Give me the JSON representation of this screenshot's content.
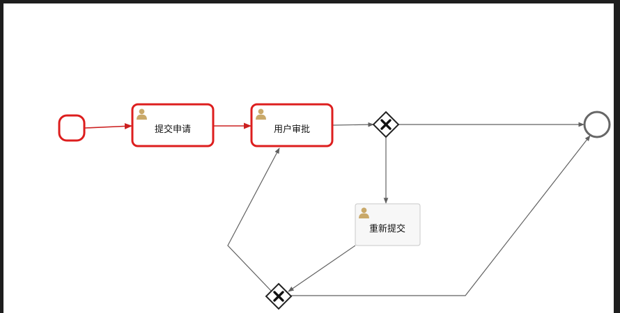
{
  "diagram": {
    "type": "bpmn-process",
    "colors": {
      "highlight": "#dd1e1e",
      "flow_highlight": "#cc2020",
      "flow_normal": "#606060",
      "task_border": "#c8c8c8",
      "task_fill": "#f7f7f7",
      "user_icon": "#c9a96a",
      "end_event": "#666666"
    },
    "nodes": {
      "start": {
        "kind": "start-event",
        "highlighted": true
      },
      "task_submit": {
        "kind": "user-task",
        "label": "提交申请",
        "highlighted": true,
        "icon": "user-icon"
      },
      "task_approve": {
        "kind": "user-task",
        "label": "用户审批",
        "highlighted": true,
        "icon": "user-icon"
      },
      "gateway_1": {
        "kind": "exclusive-gateway",
        "icon": "x-mark"
      },
      "task_resubmit": {
        "kind": "user-task",
        "label": "重新提交",
        "highlighted": false,
        "icon": "user-icon"
      },
      "gateway_2": {
        "kind": "exclusive-gateway",
        "icon": "x-mark"
      },
      "end": {
        "kind": "end-event",
        "highlighted": false
      }
    },
    "flows": [
      {
        "id": "start-to-submit",
        "from": "start",
        "to": "task_submit",
        "highlighted": true
      },
      {
        "id": "submit-to-approve",
        "from": "task_submit",
        "to": "task_approve",
        "highlighted": true
      },
      {
        "id": "approve-to-gateway1",
        "from": "task_approve",
        "to": "gateway_1",
        "highlighted": false
      },
      {
        "id": "gateway1-to-end",
        "from": "gateway_1",
        "to": "end",
        "highlighted": false
      },
      {
        "id": "gateway1-to-resubmit",
        "from": "gateway_1",
        "to": "task_resubmit",
        "highlighted": false
      },
      {
        "id": "resubmit-to-gateway2",
        "from": "task_resubmit",
        "to": "gateway_2",
        "highlighted": false
      },
      {
        "id": "gateway2-to-approve",
        "from": "gateway_2",
        "to": "task_approve",
        "highlighted": false
      },
      {
        "id": "gateway2-to-end",
        "from": "gateway_2",
        "to": "end",
        "highlighted": false
      }
    ]
  }
}
